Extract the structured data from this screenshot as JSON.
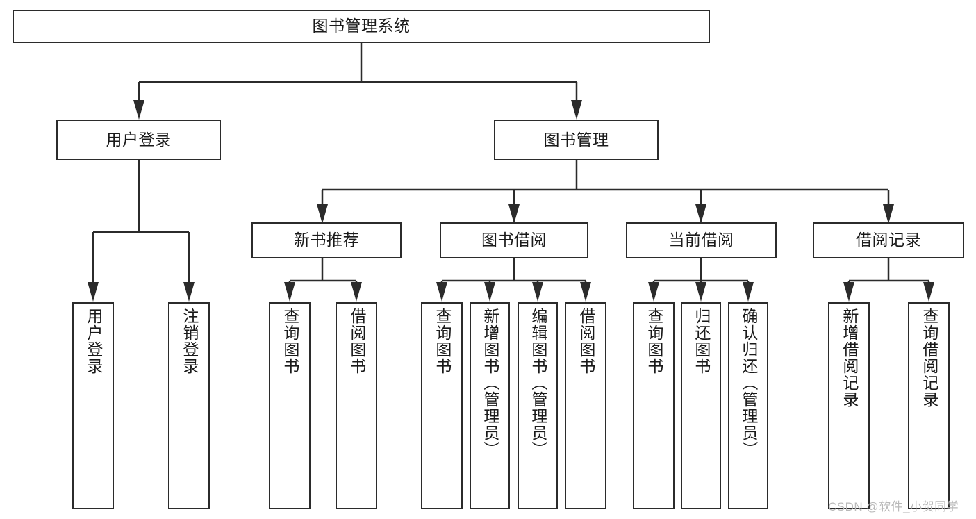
{
  "diagram": {
    "type": "tree-hierarchy",
    "title_node": {
      "label": "图书管理系统"
    },
    "level2": [
      {
        "label": "用户登录"
      },
      {
        "label": "图书管理"
      }
    ],
    "level3": [
      {
        "label": "新书推荐"
      },
      {
        "label": "图书借阅"
      },
      {
        "label": "当前借阅"
      },
      {
        "label": "借阅记录"
      }
    ],
    "leaves": {
      "user_login": [
        {
          "label": "用户登录"
        },
        {
          "label": "注销登录"
        }
      ],
      "new_book_recommend": [
        {
          "label": "查询图书"
        },
        {
          "label": "借阅图书"
        }
      ],
      "book_borrow": [
        {
          "label": "查询图书"
        },
        {
          "label": "新增图书（管理员）"
        },
        {
          "label": "编辑图书（管理员）"
        },
        {
          "label": "借阅图书"
        }
      ],
      "current_borrow": [
        {
          "label": "查询图书"
        },
        {
          "label": "归还图书"
        },
        {
          "label": "确认归还（管理员）"
        }
      ],
      "borrow_record": [
        {
          "label": "新增借阅记录"
        },
        {
          "label": "查询借阅记录"
        }
      ]
    }
  },
  "watermark": {
    "text": "CSDN @软件_小贺同学"
  },
  "colors": {
    "stroke": "#2b2b2b",
    "background": "#ffffff",
    "text": "#1a1a1a",
    "watermark": "#b9b9b9"
  }
}
